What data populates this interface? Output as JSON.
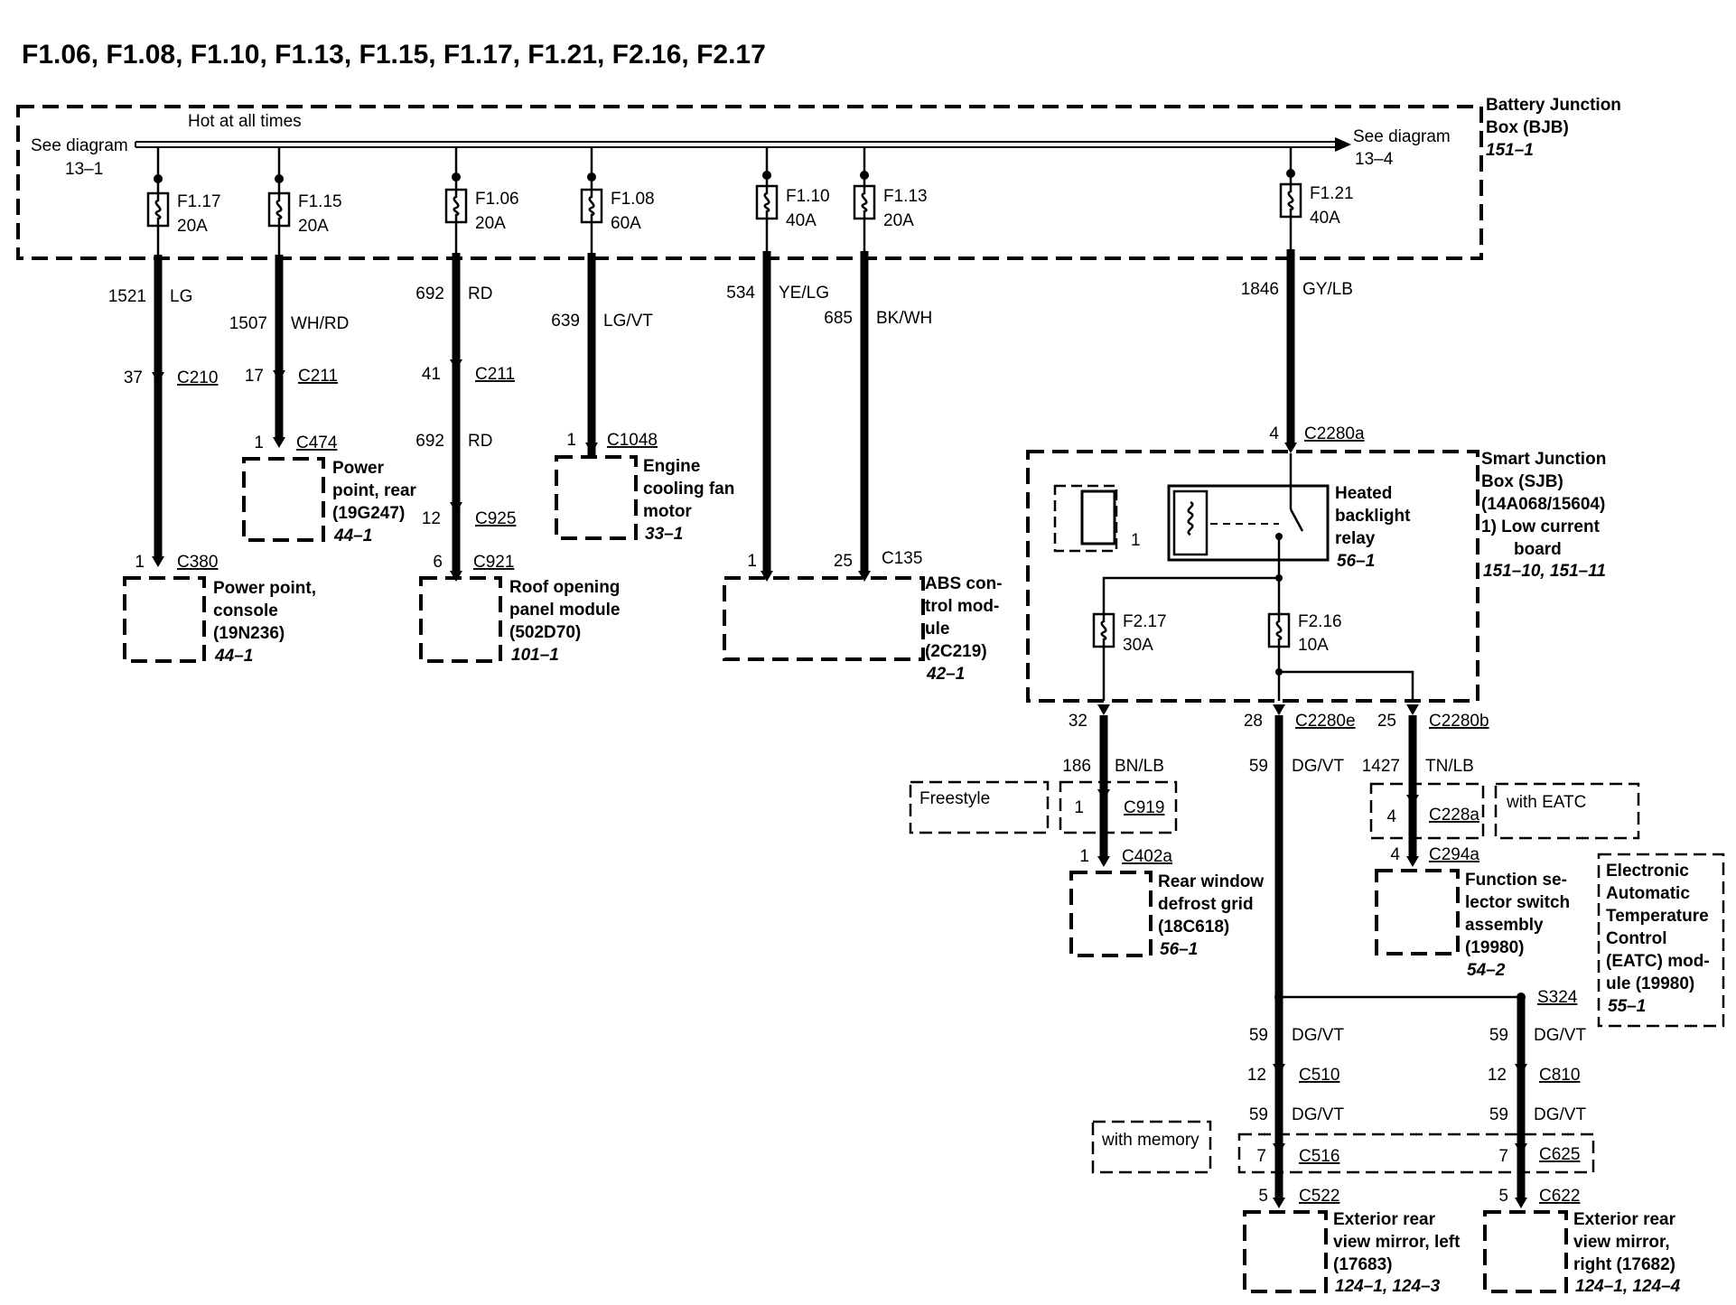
{
  "title": "F1.06, F1.08, F1.10, F1.13, F1.15, F1.17, F1.21, F2.16, F2.17",
  "bjb": {
    "label_1": "Battery Junction",
    "label_2": "Box (BJB)",
    "ref": "151–1",
    "hot": "Hot at all times",
    "see_left_1": "See diagram",
    "see_left_2": "13–1",
    "see_right_1": "See diagram",
    "see_right_2": "13–4"
  },
  "fuses": {
    "f117": {
      "name": "F1.17",
      "amp": "20A"
    },
    "f115": {
      "name": "F1.15",
      "amp": "20A"
    },
    "f106": {
      "name": "F1.06",
      "amp": "20A"
    },
    "f108": {
      "name": "F1.08",
      "amp": "60A"
    },
    "f110": {
      "name": "F1.10",
      "amp": "40A"
    },
    "f113": {
      "name": "F1.13",
      "amp": "20A"
    },
    "f121": {
      "name": "F1.21",
      "amp": "40A"
    },
    "f217": {
      "name": "F2.17",
      "amp": "30A"
    },
    "f216": {
      "name": "F2.16",
      "amp": "10A"
    }
  },
  "wires": {
    "w1521": {
      "circuit": "1521",
      "color": "LG"
    },
    "w1507": {
      "circuit": "1507",
      "color": "WH/RD"
    },
    "w692a": {
      "circuit": "692",
      "color": "RD"
    },
    "w692b": {
      "circuit": "692",
      "color": "RD"
    },
    "w639": {
      "circuit": "639",
      "color": "LG/VT"
    },
    "w534": {
      "circuit": "534",
      "color": "YE/LG"
    },
    "w685": {
      "circuit": "685",
      "color": "BK/WH"
    },
    "w1846": {
      "circuit": "1846",
      "color": "GY/LB"
    },
    "w186": {
      "circuit": "186",
      "color": "BN/LB"
    },
    "w59a": {
      "circuit": "59",
      "color": "DG/VT"
    },
    "w1427": {
      "circuit": "1427",
      "color": "TN/LB"
    },
    "w59b": {
      "circuit": "59",
      "color": "DG/VT"
    },
    "w59c": {
      "circuit": "59",
      "color": "DG/VT"
    },
    "w59d": {
      "circuit": "59",
      "color": "DG/VT"
    },
    "w59e": {
      "circuit": "59",
      "color": "DG/VT"
    }
  },
  "connectors": {
    "c210": {
      "pin": "37",
      "name": "C210"
    },
    "c211a": {
      "pin": "17",
      "name": "C211"
    },
    "c211b": {
      "pin": "41",
      "name": "C211"
    },
    "c474": {
      "pin": "1",
      "name": "C474"
    },
    "c925": {
      "pin": "12",
      "name": "C925"
    },
    "c1048": {
      "pin": "1",
      "name": "C1048"
    },
    "c380": {
      "pin": "1",
      "name": "C380"
    },
    "c921": {
      "pin": "6",
      "name": "C921"
    },
    "c135_1": {
      "pin": "1"
    },
    "c135_25": {
      "pin": "25",
      "name": "C135"
    },
    "c2280a": {
      "pin": "4",
      "name": "C2280a"
    },
    "c2280e": {
      "pin": "28",
      "name": "C2280e"
    },
    "c2280b": {
      "pin": "25",
      "name": "C2280b"
    },
    "c2280x": {
      "pin": "32"
    },
    "c919": {
      "pin": "1",
      "name": "C919"
    },
    "c402a": {
      "pin": "1",
      "name": "C402a"
    },
    "c228a": {
      "pin": "4",
      "name": "C228a"
    },
    "c294a": {
      "pin": "4",
      "name": "C294a"
    },
    "s324": {
      "name": "S324"
    },
    "c510": {
      "pin": "12",
      "name": "C510"
    },
    "c810": {
      "pin": "12",
      "name": "C810"
    },
    "c516": {
      "pin": "7",
      "name": "C516"
    },
    "c625": {
      "pin": "7",
      "name": "C625"
    },
    "c522": {
      "pin": "5",
      "name": "C522"
    },
    "c622": {
      "pin": "5",
      "name": "C622"
    }
  },
  "components": {
    "power_rear": {
      "l1": "Power",
      "l2": "point, rear",
      "l3": "(19G247)",
      "ref": "44–1"
    },
    "fan": {
      "l1": "Engine",
      "l2": "cooling fan",
      "l3": "motor",
      "ref": "33–1"
    },
    "power_console": {
      "l1": "Power point,",
      "l2": "console",
      "l3": "(19N236)",
      "ref": "44–1"
    },
    "roof": {
      "l1": "Roof opening",
      "l2": "panel module",
      "l3": "(502D70)",
      "ref": "101–1"
    },
    "abs": {
      "l1": "ABS con-",
      "l2": "trol mod-",
      "l3": "ule",
      "l4": "(2C219)",
      "ref": "42–1"
    },
    "sjb": {
      "l1": "Smart Junction",
      "l2": "Box (SJB)",
      "l3": "(14A068/15604)",
      "l4": "1)   Low current",
      "l5": "board",
      "ref": "151–10, 151–11"
    },
    "relay": {
      "l1": "Heated",
      "l2": "backlight",
      "l3": "relay",
      "ref": "56–1",
      "pin": "1"
    },
    "defrost": {
      "l1": "Rear window",
      "l2": "defrost grid",
      "l3": "(18C618)",
      "ref": "56–1"
    },
    "selector": {
      "l1": "Function se-",
      "l2": "lector switch",
      "l3": "assembly",
      "l4": "(19980)",
      "ref": "54–2"
    },
    "eatc": {
      "l1": "Electronic",
      "l2": "Automatic",
      "l3": "Temperature",
      "l4": "Control",
      "l5": "(EATC) mod-",
      "l6": "ule (19980)",
      "ref": "55–1"
    },
    "mirror_left": {
      "l1": "Exterior rear",
      "l2": "view mirror, left",
      "l3": "(17683)",
      "ref": "124–1, 124–3"
    },
    "mirror_right": {
      "l1": "Exterior rear",
      "l2": "view mirror,",
      "l3": "right (17682)",
      "ref": "124–1, 124–4"
    }
  },
  "options": {
    "freestyle": "Freestyle",
    "with_eatc": "with EATC",
    "with_memory": "with memory"
  }
}
